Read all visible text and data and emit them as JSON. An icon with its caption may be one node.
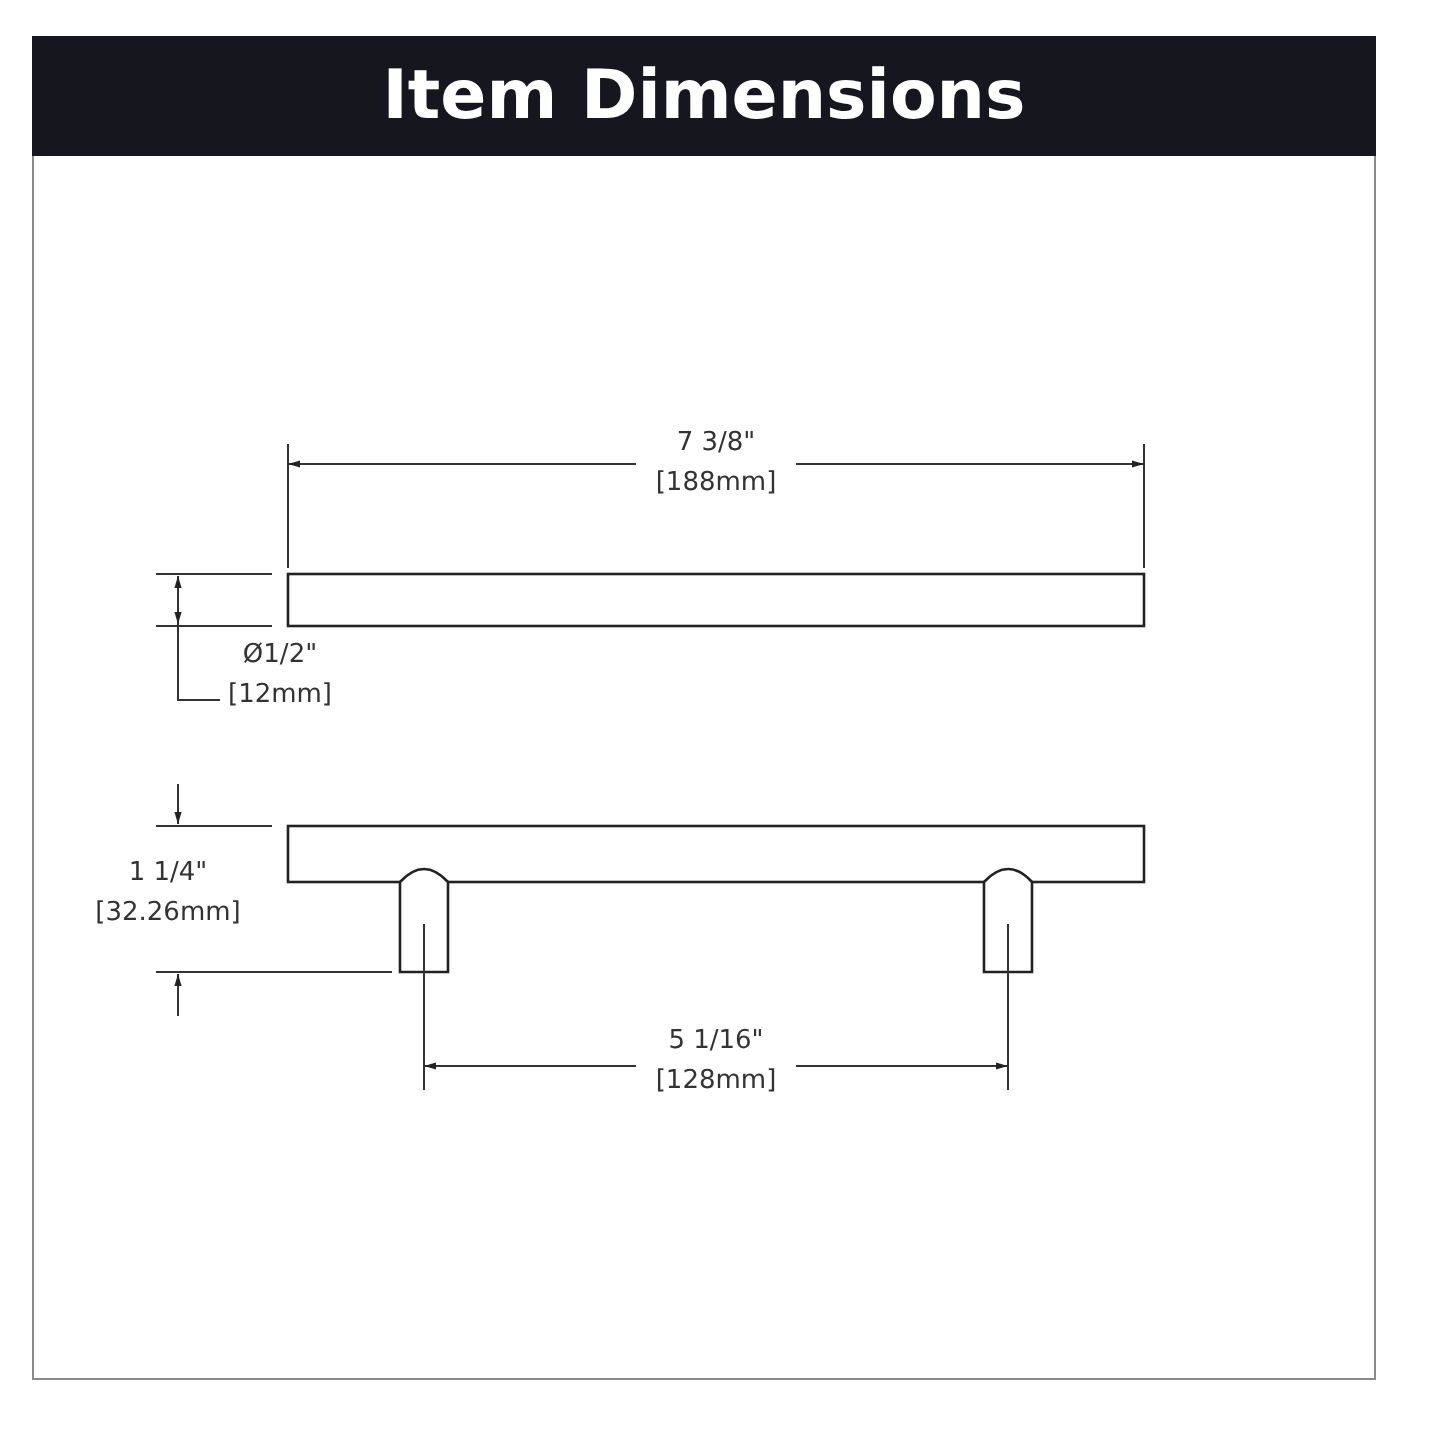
{
  "diagram": {
    "title": "Item Dimensions",
    "labels": [
      "7 3/8\"",
      "[188mm]",
      "Ø1/2\"",
      "[12mm]",
      "1 1/4\"",
      "[32.26mm]",
      "5 1/16\"",
      "[128mm]"
    ]
  }
}
